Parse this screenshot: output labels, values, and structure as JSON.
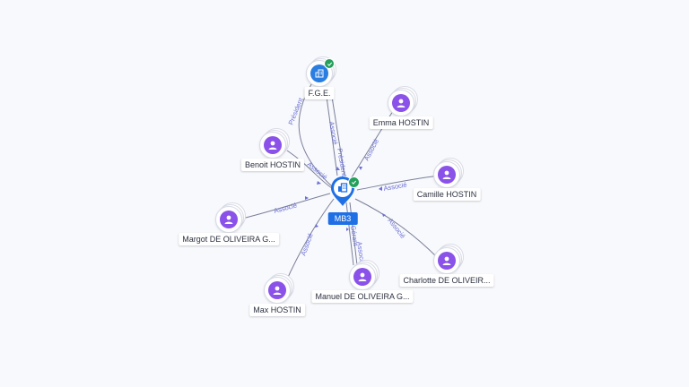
{
  "center": {
    "label": "MB3",
    "icon": "building-icon",
    "verified": true
  },
  "nodes": [
    {
      "id": "fge",
      "label": "F.G.E.",
      "type": "company",
      "verified": true
    },
    {
      "id": "emma",
      "label": "Emma HOSTIN",
      "type": "person"
    },
    {
      "id": "benoit",
      "label": "Benoit HOSTIN",
      "type": "person"
    },
    {
      "id": "camille",
      "label": "Camille HOSTIN",
      "type": "person"
    },
    {
      "id": "margot",
      "label": "Margot DE OLIVEIRA G...",
      "type": "person"
    },
    {
      "id": "charlotte",
      "label": "Charlotte DE OLIVEIR...",
      "type": "person"
    },
    {
      "id": "max",
      "label": "Max HOSTIN",
      "type": "person"
    },
    {
      "id": "manuel",
      "label": "Manuel DE OLIVEIRA G...",
      "type": "person"
    }
  ],
  "edges": [
    {
      "id": "e-fge-1",
      "label": "Président"
    },
    {
      "id": "e-fge-2",
      "label": "Associé"
    },
    {
      "id": "e-fge-3",
      "label": "Président"
    },
    {
      "id": "e-emma",
      "label": "Associé"
    },
    {
      "id": "e-benoit",
      "label": "Associé"
    },
    {
      "id": "e-camille",
      "label": "Associé"
    },
    {
      "id": "e-margot",
      "label": "Associé"
    },
    {
      "id": "e-charlotte",
      "label": "Associé"
    },
    {
      "id": "e-max",
      "label": "Associé"
    },
    {
      "id": "e-manuel-1",
      "label": "Associé"
    },
    {
      "id": "e-manuel-2",
      "label": "Gérant"
    }
  ],
  "colors": {
    "person": "#8a52e8",
    "company": "#2a7de1",
    "center": "#1f6fe5",
    "verified": "#24a05a",
    "edge_label": "#6a6fd6",
    "background": "#f8f9fc"
  }
}
